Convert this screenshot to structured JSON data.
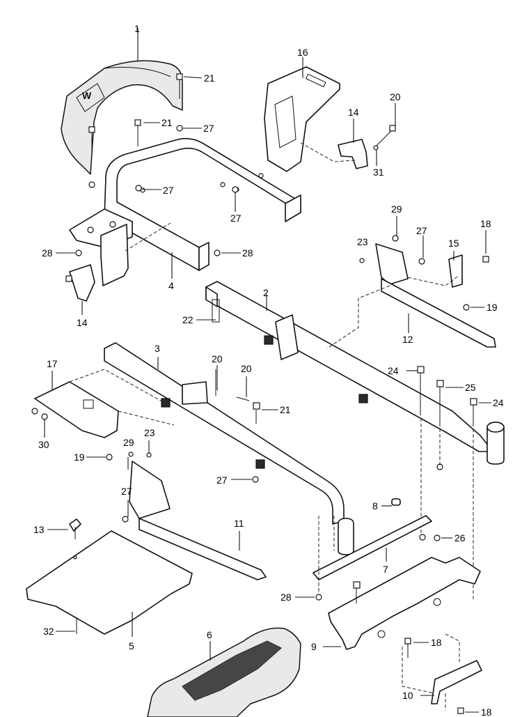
{
  "callouts": [
    {
      "id": "c1",
      "label": "1"
    },
    {
      "id": "c2",
      "label": "2"
    },
    {
      "id": "c3",
      "label": "3"
    },
    {
      "id": "c4",
      "label": "4"
    },
    {
      "id": "c5",
      "label": "5"
    },
    {
      "id": "c6",
      "label": "6"
    },
    {
      "id": "c7",
      "label": "7"
    },
    {
      "id": "c8",
      "label": "8"
    },
    {
      "id": "c9",
      "label": "9"
    },
    {
      "id": "c10",
      "label": "10"
    },
    {
      "id": "c11",
      "label": "11"
    },
    {
      "id": "c12",
      "label": "12"
    },
    {
      "id": "c13",
      "label": "13"
    },
    {
      "id": "c14a",
      "label": "14"
    },
    {
      "id": "c14b",
      "label": "14"
    },
    {
      "id": "c15",
      "label": "15"
    },
    {
      "id": "c16",
      "label": "16"
    },
    {
      "id": "c17",
      "label": "17"
    },
    {
      "id": "c18a",
      "label": "18"
    },
    {
      "id": "c18b",
      "label": "18"
    },
    {
      "id": "c18c",
      "label": "18"
    },
    {
      "id": "c19a",
      "label": "19"
    },
    {
      "id": "c19b",
      "label": "19"
    },
    {
      "id": "c20a",
      "label": "20"
    },
    {
      "id": "c20b",
      "label": "20"
    },
    {
      "id": "c20c",
      "label": "20"
    },
    {
      "id": "c21a",
      "label": "21"
    },
    {
      "id": "c21b",
      "label": "21"
    },
    {
      "id": "c21c",
      "label": "21"
    },
    {
      "id": "c22",
      "label": "22"
    },
    {
      "id": "c23a",
      "label": "23"
    },
    {
      "id": "c23b",
      "label": "23"
    },
    {
      "id": "c24a",
      "label": "24"
    },
    {
      "id": "c24b",
      "label": "24"
    },
    {
      "id": "c25",
      "label": "25"
    },
    {
      "id": "c26",
      "label": "26"
    },
    {
      "id": "c27a",
      "label": "27"
    },
    {
      "id": "c27b",
      "label": "27"
    },
    {
      "id": "c27c",
      "label": "27"
    },
    {
      "id": "c27d",
      "label": "27"
    },
    {
      "id": "c27e",
      "label": "27"
    },
    {
      "id": "c27f",
      "label": "27"
    },
    {
      "id": "c28a",
      "label": "28"
    },
    {
      "id": "c28b",
      "label": "28"
    },
    {
      "id": "c28c",
      "label": "28"
    },
    {
      "id": "c29a",
      "label": "29"
    },
    {
      "id": "c29b",
      "label": "29"
    },
    {
      "id": "c30",
      "label": "30"
    },
    {
      "id": "c31",
      "label": "31"
    },
    {
      "id": "c32",
      "label": "32"
    }
  ]
}
